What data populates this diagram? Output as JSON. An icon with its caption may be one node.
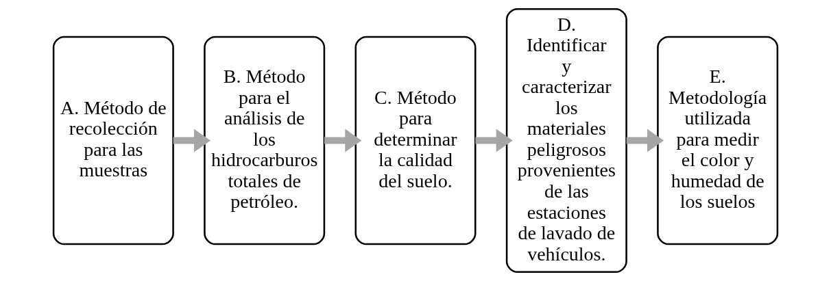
{
  "diagram": {
    "nodes": [
      {
        "text": [
          "A. Método de recolección para las muestras"
        ]
      },
      {
        "text": [
          "B. Método para el análisis de los hidrocarburos totales de petróleo."
        ]
      },
      {
        "text": [
          "C. Método para determinar la calidad del suelo."
        ]
      },
      {
        "text": [
          "D. Identificar y caracterizar los materiales peligrosos provenientes de las estaciones de lavado de vehículos."
        ]
      },
      {
        "text": [
          "E. Metodología utilizada para medir el color y humedad de los suelos"
        ]
      }
    ],
    "edges": [
      {
        "from": 0,
        "to": 1,
        "arrow": "to"
      },
      {
        "from": 1,
        "to": 2,
        "arrow": "to"
      },
      {
        "from": 2,
        "to": 3,
        "arrow": "to"
      },
      {
        "from": 3,
        "to": 4,
        "arrow": "to"
      }
    ]
  }
}
